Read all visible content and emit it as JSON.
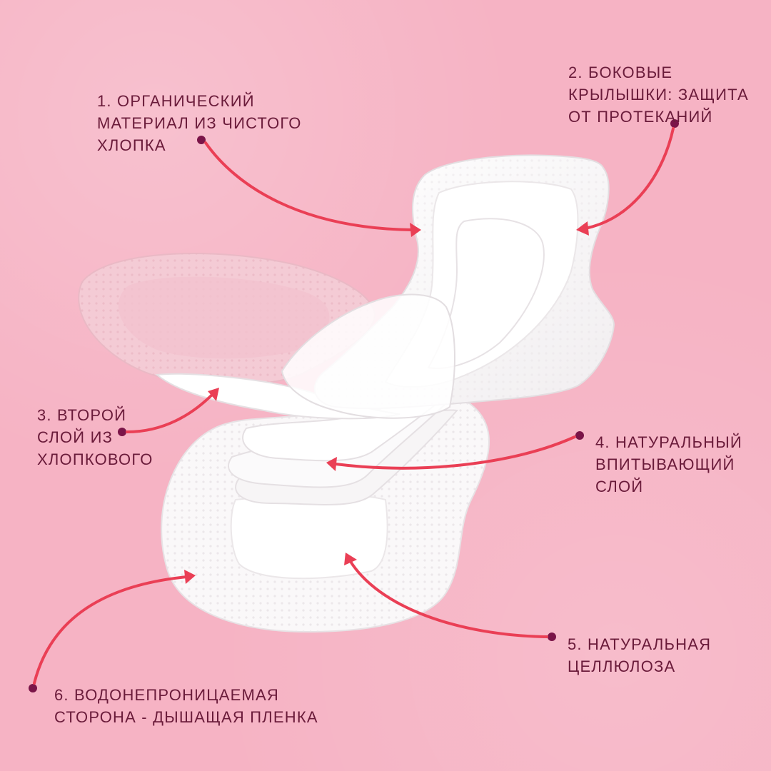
{
  "colors": {
    "background": "#f6b3c4",
    "label_text": "#6a1b3a",
    "arrow": "#ea3f55",
    "dot": "#7a1448",
    "pad": "#ffffff",
    "outer_layer": "#f3c9d3"
  },
  "labels": {
    "l1": "1. Органический\nматериал из чистого\nхлопка",
    "l2": "2. Боковые\nкрылышки: защита\nот протеканий",
    "l3": "3. Второй\nслой из\nхлопкового",
    "l4": "4. Натуральный\nвпитывающий\nслой",
    "l5": "5. Натуральная\nцеллюлоза",
    "l6": "6. Водонепроницаемая\nсторона - дышащая пленка"
  }
}
